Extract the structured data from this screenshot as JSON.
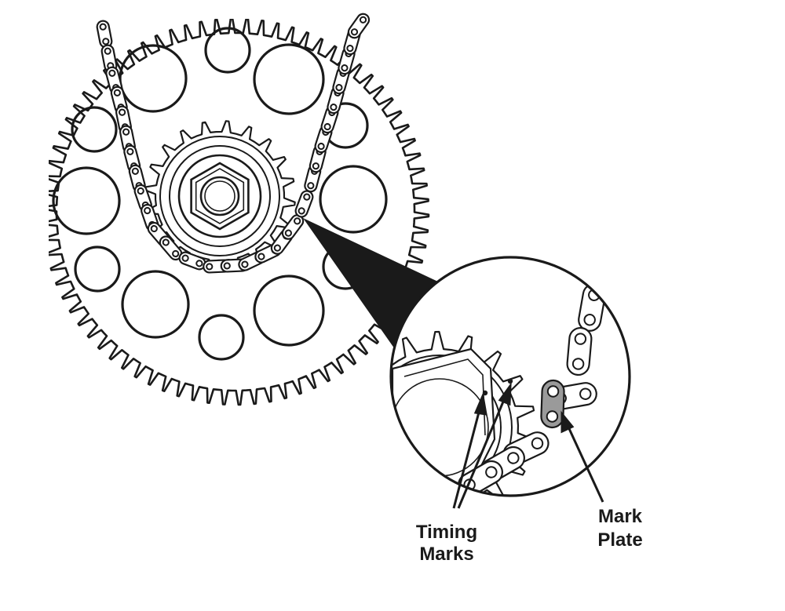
{
  "labels": {
    "timing_marks": [
      "Timing",
      "Marks"
    ],
    "mark_plate": [
      "Mark",
      "Plate"
    ]
  },
  "colors": {
    "ink": "#1a1a1a",
    "paper": "#ffffff",
    "mark_plate_fill": "#9a9a9a"
  },
  "icons": {
    "gear": "large-cam-gear-icon",
    "sprocket": "crank-sprocket-icon",
    "chain": "timing-chain-icon",
    "zoom": "zoom-callout-icon"
  }
}
